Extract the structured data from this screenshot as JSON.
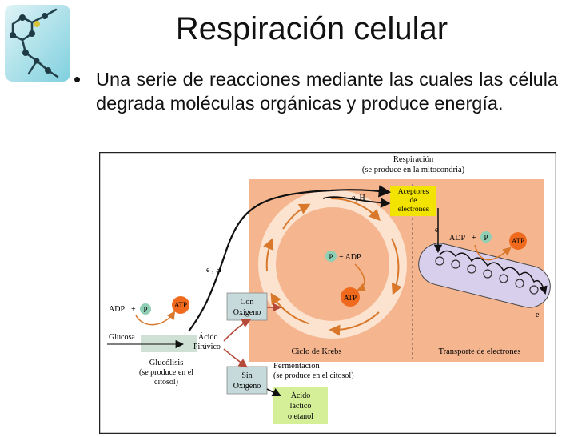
{
  "slide": {
    "title": "Respiración celular",
    "bullet": "Una serie de reacciones mediante las cuales las célula degrada moléculas orgánicas y produce energía."
  },
  "diagram": {
    "respiration_line1": "Respiración",
    "respiration_line2": "(se produce en la mitocondria)",
    "acceptors_line1": "Aceptores",
    "acceptors_line2": "de",
    "acceptors_line3": "electrones",
    "eh_top": "e, H",
    "eh_left": "e , H",
    "e_label1": "e",
    "e_label2": "e",
    "p_adp": "+ ADP",
    "p": "P",
    "atp": "ATP",
    "adp": "ADP",
    "plus": "+",
    "con_line1": "Con",
    "con_line2": "Oxígeno",
    "sin_line1": "Sin",
    "sin_line2": "Oxígeno",
    "glucosa": "Glucosa",
    "acido_line1": "Ácido",
    "acido_line2": "Pirúvico",
    "glucolisis_line1": "Glucólisis",
    "glucolisis_line2": "(se produce en el",
    "glucolisis_line3": "citosol)",
    "fermentacion_line1": "Fermentación",
    "fermentacion_line2": "(se produce en el citosol)",
    "lactico_line1": "Ácido",
    "lactico_line2": "láctico",
    "lactico_line3": "o etanol",
    "krebs": "Ciclo de Krebs",
    "transport": "Transporte de electrones"
  },
  "colors": {
    "mito_bg": "#f5b58f",
    "ring": "#fbe3cf",
    "arrow_orange": "#d9772a",
    "acceptor_fill": "#f2e300",
    "atp_fill": "#f06a1e",
    "p_fill": "#8fcfb4",
    "oxygen_box": "#c7dadb",
    "lactic_fill": "#d4ef98",
    "glycolysis_fill": "#cfe0d4",
    "membrane_fill": "#d8cfec"
  }
}
